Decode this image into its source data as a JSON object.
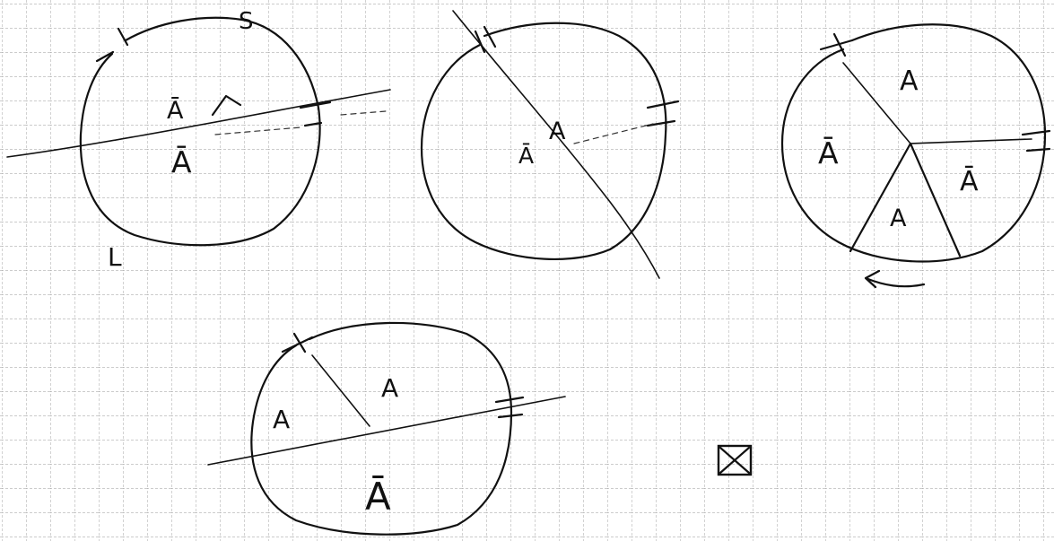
{
  "labels": {
    "a": "A",
    "a_bar": "Ā",
    "s": "S",
    "l": "L"
  },
  "colors": {
    "paper": "#ffffff",
    "grid": "#9a9a9a",
    "ink": "#111111"
  },
  "icons": {
    "checkbox": "checked-box-icon"
  }
}
